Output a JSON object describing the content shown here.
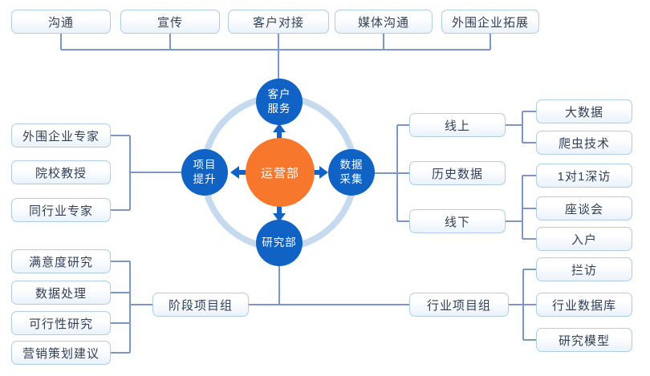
{
  "colors": {
    "hub_orange": "#f7772d",
    "node_blue": "#1062c5",
    "orbit_ring": "#c5d9ef",
    "connector_line": "#7b97c6",
    "box_border": "#aecbe8",
    "box_text": "#32405a"
  },
  "top_row": [
    "沟通",
    "宣传",
    "客户对接",
    "媒体沟通",
    "外围企业拓展"
  ],
  "hub": {
    "center": "运营部"
  },
  "satellites": {
    "top": [
      "客户",
      "服务"
    ],
    "right": [
      "数据",
      "采集"
    ],
    "bottom": [
      "研究部"
    ],
    "left": [
      "项目",
      "提升"
    ]
  },
  "left_branch": {
    "experts": [
      "外围企业专家",
      "院校教授",
      "同行业专家"
    ]
  },
  "bottom_left_branch": {
    "items": [
      "满意度研究",
      "数据处理",
      "可行性研究",
      "营销策划建议"
    ],
    "group": "阶段项目组"
  },
  "bottom_right_branch": {
    "group": "行业项目组",
    "methods": [
      "拦访",
      "行业数据库",
      "研究模型"
    ]
  },
  "right_branch": {
    "channels": [
      "线上",
      "历史数据",
      "线下"
    ],
    "online": [
      "大数据",
      "爬虫技术"
    ],
    "offline": [
      "1对1深访",
      "座谈会",
      "入户"
    ]
  }
}
